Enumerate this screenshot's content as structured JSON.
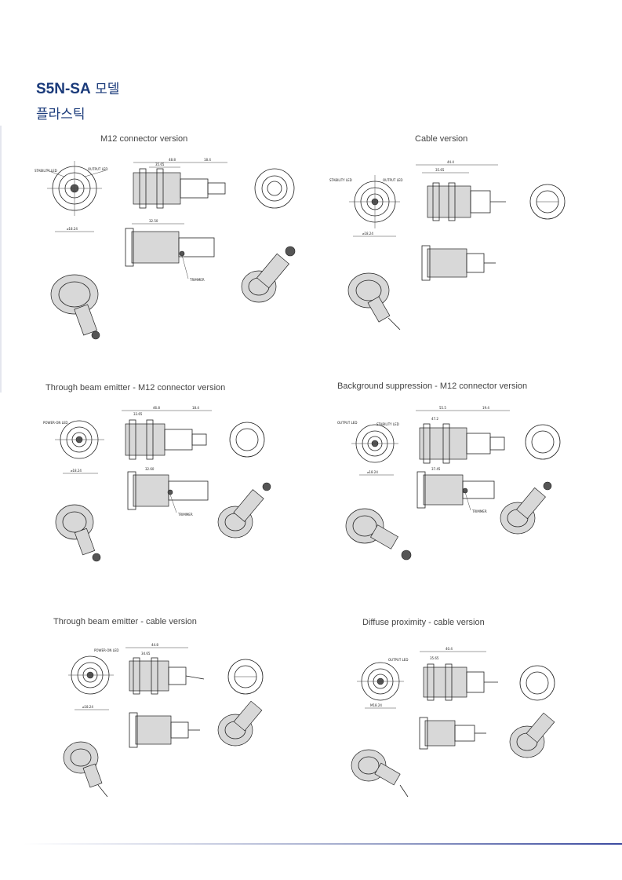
{
  "header": {
    "model": "S5N-SA",
    "model_suffix": "모델",
    "material": "플라스틱"
  },
  "panels": [
    {
      "caption": "M12 connector  version",
      "labels": [
        "STABILITY LED",
        "OUTPUT LED",
        "TRIMMER"
      ]
    },
    {
      "caption": "Cable version",
      "labels": [
        "STABILITY LED",
        "OUTPUT LED"
      ]
    },
    {
      "caption": "Through beam emitter - M12 connector version",
      "labels": [
        "POWER-ON LED",
        "TRIMMER"
      ]
    },
    {
      "caption": "Background suppression - M12 connector version",
      "labels": [
        "OUTPUT LED",
        "STABILITY LED",
        "TRIMMER"
      ]
    },
    {
      "caption": "Through beam emitter - cable version",
      "labels": [
        "POWER-ON LED"
      ]
    },
    {
      "caption": "Diffuse proximity - cable version",
      "labels": [
        "OUTPUT LED"
      ]
    }
  ]
}
